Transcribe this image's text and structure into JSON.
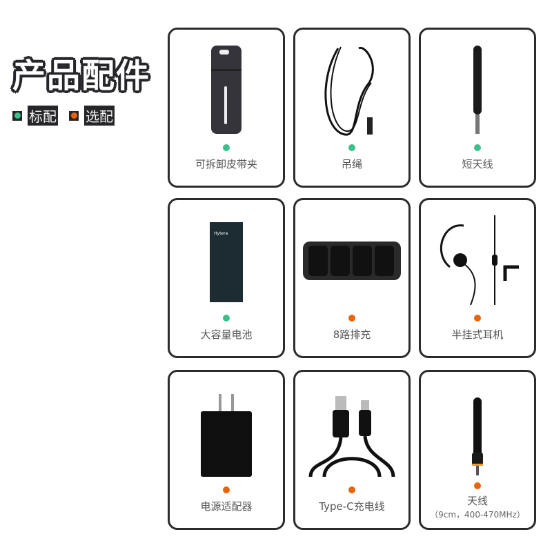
{
  "title": "产品配件",
  "legend": [
    {
      "label": "标配",
      "color": "#3dbf8a"
    },
    {
      "label": "选配",
      "color": "#e8650e"
    }
  ],
  "items": [
    {
      "name": "可拆卸皮带夹",
      "type": "standard"
    },
    {
      "name": "吊绳",
      "type": "standard"
    },
    {
      "name": "短天线",
      "type": "standard"
    },
    {
      "name": "大容量电池",
      "type": "standard",
      "brand": "Hytera"
    },
    {
      "name": "8路排充",
      "type": "optional"
    },
    {
      "name": "半挂式耳机",
      "type": "optional"
    },
    {
      "name": "电源适配器",
      "type": "optional"
    },
    {
      "name": "Type-C充电线",
      "type": "optional"
    },
    {
      "name": "天线",
      "sub": "（9cm，400-470MHz）",
      "type": "optional"
    }
  ],
  "colors": {
    "standard": "#3dbf8a",
    "optional": "#e8650e",
    "border": "#2b2b2e"
  }
}
